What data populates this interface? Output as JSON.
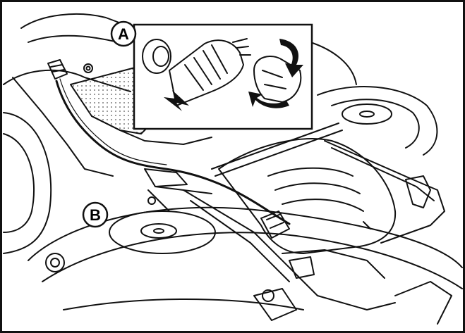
{
  "figure": {
    "callouts": [
      {
        "id": "A",
        "label": "A"
      },
      {
        "id": "B",
        "label": "B"
      }
    ],
    "colors": {
      "line": "#111111",
      "background": "#ffffff",
      "hatch": "#555555"
    }
  }
}
